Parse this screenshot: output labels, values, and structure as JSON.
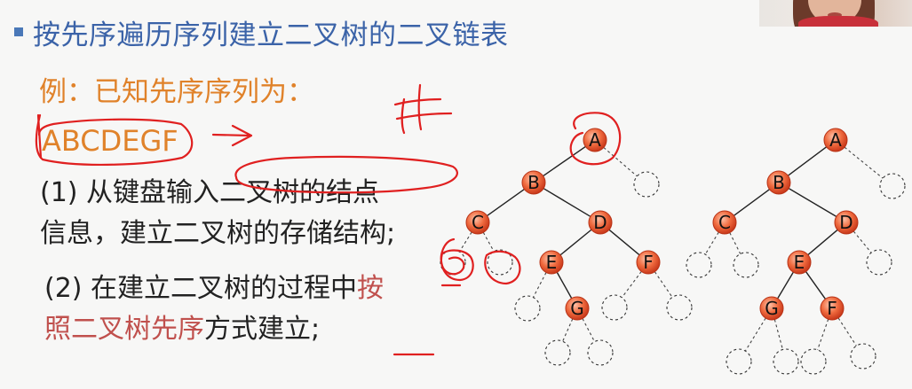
{
  "slide": {
    "title": "按先序遍历序列建立二叉树的二叉链表",
    "example_label": "例：已知先序序列为：",
    "sequence": "ABCDEGF",
    "steps": [
      {
        "text": "(1) 从键盘输入二叉树的结点"
      },
      {
        "text": "信息，建立二叉树的存储结构;"
      },
      {
        "prefix": "(2) 在建立二叉树的过程中",
        "highlight_a": "按",
        "highlight_b": "照二叉树先序",
        "suffix": "方式建立;"
      }
    ],
    "annotation_hash": "#"
  },
  "trees": {
    "left": {
      "nodes": [
        {
          "label": "A"
        },
        {
          "label": "B"
        },
        {
          "label": "C"
        },
        {
          "label": "D"
        },
        {
          "label": "E"
        },
        {
          "label": "F"
        },
        {
          "label": "G"
        }
      ]
    },
    "right": {
      "nodes": [
        {
          "label": "A"
        },
        {
          "label": "B"
        },
        {
          "label": "C"
        },
        {
          "label": "D"
        },
        {
          "label": "E"
        },
        {
          "label": "G"
        },
        {
          "label": "F"
        }
      ]
    }
  },
  "colors": {
    "title": "#3b63a8",
    "accent_orange": "#e0822a",
    "highlight_red": "#c0504d",
    "node_fill": "#ec5a32",
    "ink_red": "#e02020"
  }
}
